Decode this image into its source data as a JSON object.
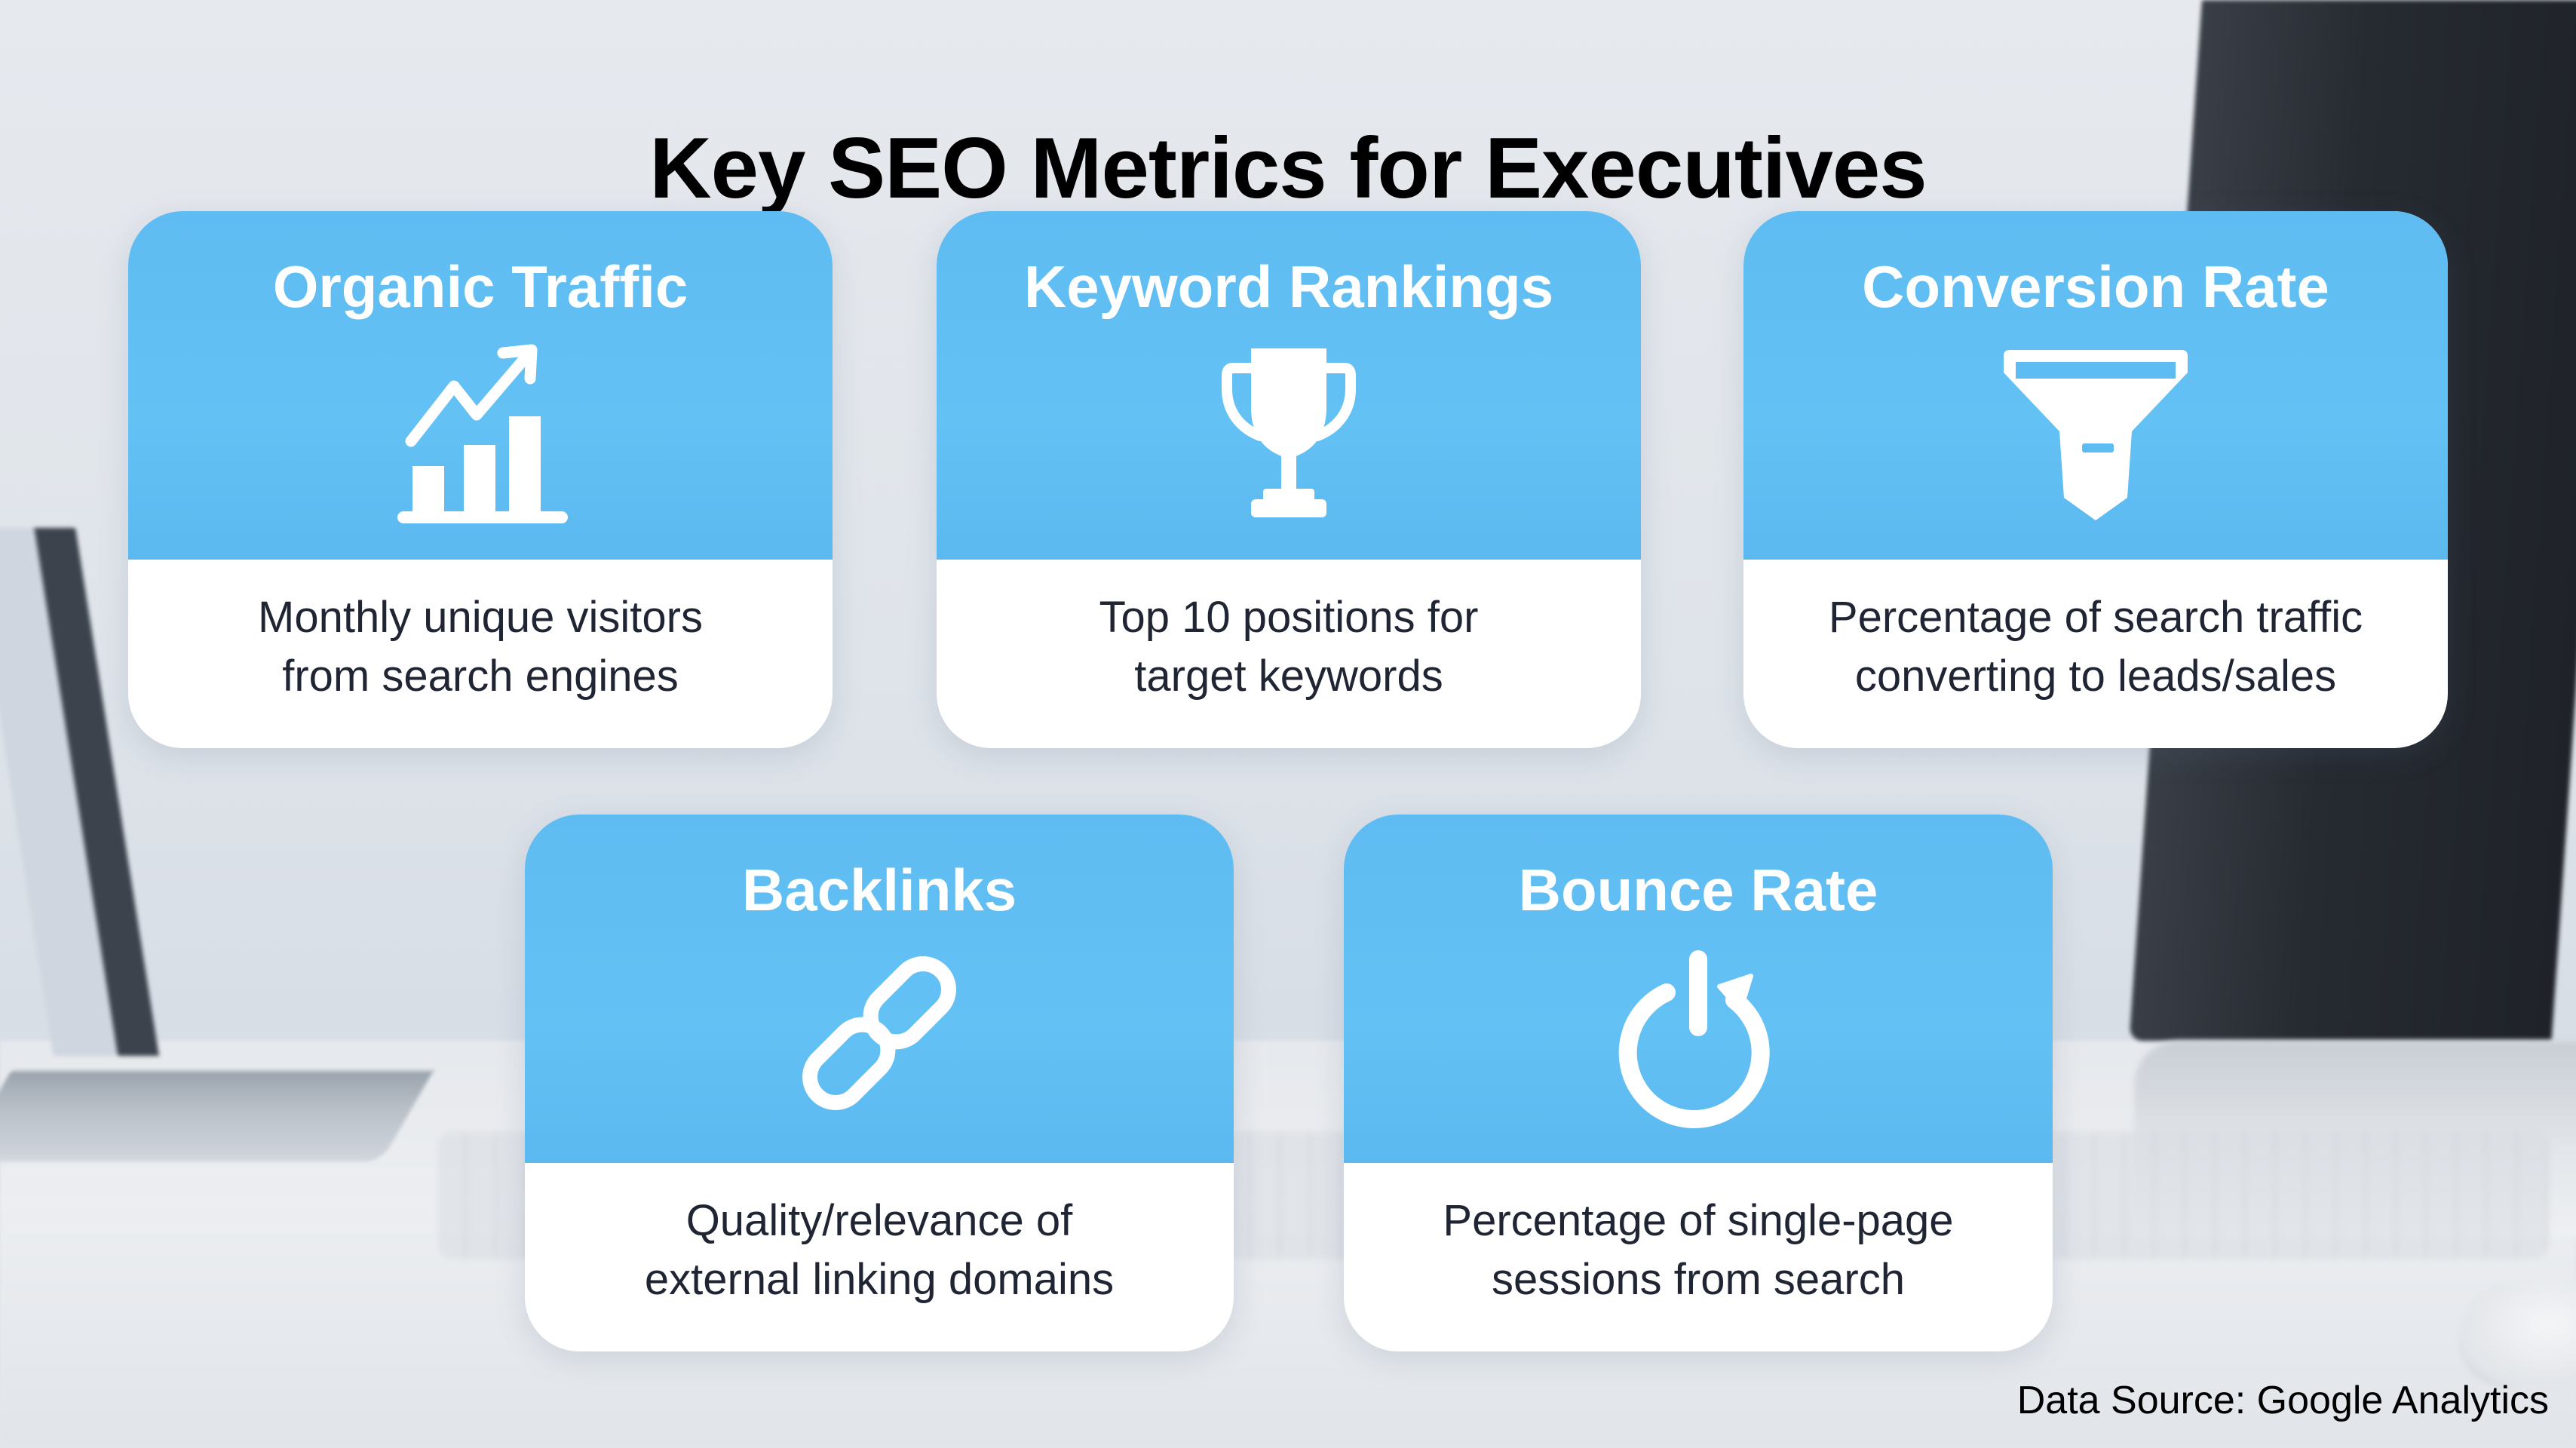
{
  "title": "Key SEO Metrics for Executives",
  "colors": {
    "card_accent": "#62BEF2",
    "card_body": "#FFFFFF",
    "title_text": "#000000",
    "desc_text": "#1F2533"
  },
  "cards": [
    {
      "title": "Organic Traffic",
      "icon": "chart-growth-icon",
      "description": [
        "Monthly unique visitors",
        "from search engines"
      ]
    },
    {
      "title": "Keyword Rankings",
      "icon": "trophy-icon",
      "description": [
        "Top 10 positions for",
        "target keywords"
      ]
    },
    {
      "title": "Conversion Rate",
      "icon": "funnel-icon",
      "description": [
        "Percentage of search traffic",
        "converting to leads/sales"
      ]
    },
    {
      "title": "Backlinks",
      "icon": "chain-link-icon",
      "description": [
        "Quality/relevance of",
        "external linking domains"
      ]
    },
    {
      "title": "Bounce Rate",
      "icon": "power-return-icon",
      "description": [
        "Percentage of single-page",
        "sessions from search"
      ]
    }
  ],
  "footer": {
    "source": "Data Source: Google Analytics"
  }
}
